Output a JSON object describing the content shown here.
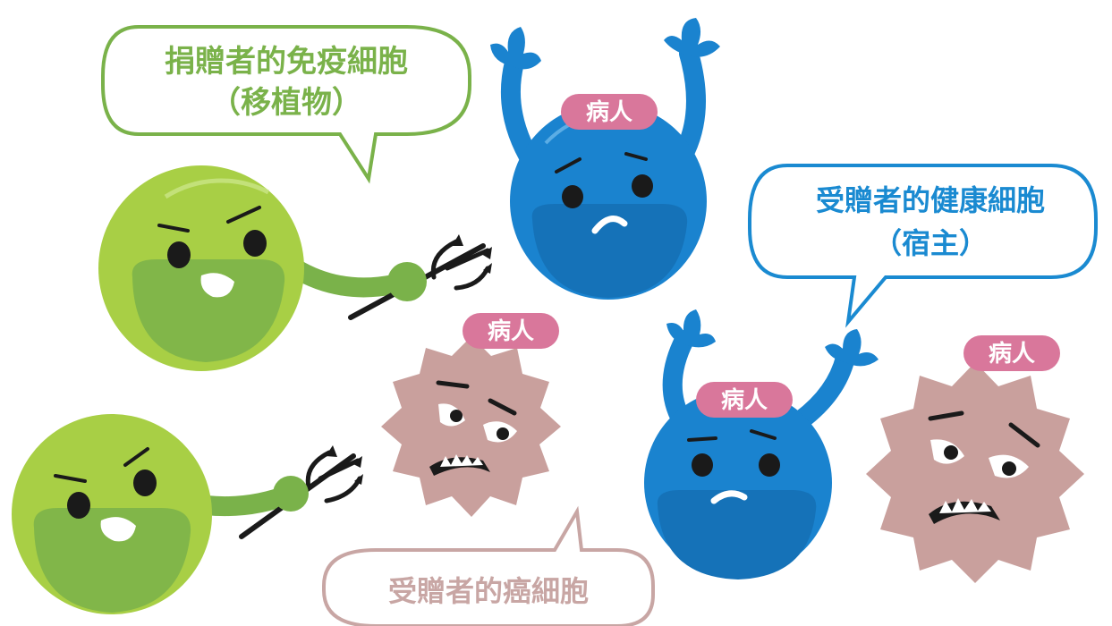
{
  "colors": {
    "graft_green": "#a8cf45",
    "graft_green_dark": "#7ab24a",
    "graft_outline": "#8dc050",
    "host_blue": "#1a83cf",
    "host_blue_dark": "#1572b8",
    "host_outline": "#1a8ad1",
    "cancer_pink": "#c9a09d",
    "cancer_outline": "#c8a6a4",
    "tag_pink": "#d9779b",
    "face_dark": "#1a1a1a"
  },
  "bubbles": {
    "graft": {
      "line1": "捐贈者的免疫細胞",
      "line2": "（移植物）",
      "color": "#7ab24a"
    },
    "host": {
      "line1": "受贈者的健康細胞",
      "line2": "（宿主）",
      "color": "#1a8ad1"
    },
    "cancer": {
      "line1": "受贈者的癌細胞",
      "color": "#c8a6a4"
    }
  },
  "tags": {
    "host_top": "病人",
    "cancer_left": "病人",
    "host_right": "病人",
    "cancer_right": "病人"
  }
}
